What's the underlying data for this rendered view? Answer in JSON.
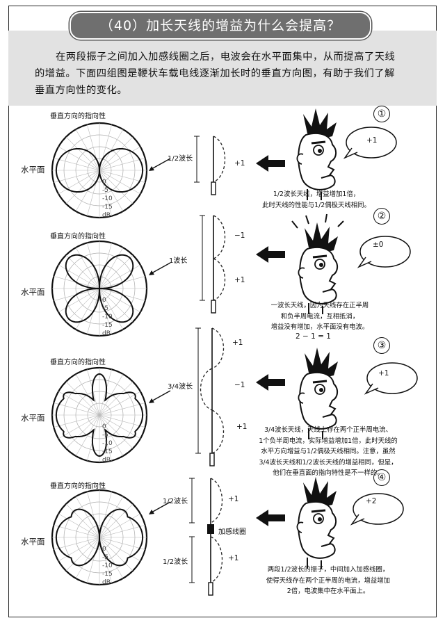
{
  "title": "（40）加长天线的增益为什么会提高？",
  "intro": {
    "line1": "在两段振子之间加入加感线圈之后，电波会在水平面集中，从而提高了天线",
    "line2": "的增益。下面四组图是鞭状车载电线逐渐加长时的垂直方向图，有助于我们了解",
    "line3": "垂直方向性的变化。"
  },
  "labels": {
    "vertical_directivity": "垂直方向的指向性",
    "horizontal_plane": "水平面",
    "loading_coil": "加感线圈"
  },
  "scale_ticks": [
    "0",
    "-5",
    "-10",
    "-15",
    "dB"
  ],
  "panels": [
    {
      "number": "①",
      "wavelength": "1/2波长",
      "signs": [
        "+1"
      ],
      "bubble": "+1",
      "caption": [
        "1/2波长天线，增益增加1倍，",
        "此时天线的性能与1/2偶极天线相同。"
      ]
    },
    {
      "number": "②",
      "wavelength": "1波长",
      "signs": [
        "−1",
        "+1"
      ],
      "bubble": "±0",
      "caption": [
        "一波长天线，因为天线存在正半周",
        "和负半周电流，互相抵消，",
        "增益没有增加，水平面没有电波。"
      ],
      "formula": "2 − 1 = 1"
    },
    {
      "number": "③",
      "wavelength": "3/4波长",
      "signs": [
        "+1",
        "−1",
        "+1"
      ],
      "bubble": "+1",
      "caption": [
        "3/4波长天线，天线上存在两个正半周电流、",
        "1个负半周电流，实际增益增加1倍，此时天线的",
        "水平方向增益与1/2偶极天线相同。注意，虽然",
        "3/4波长天线和1/2波长天线的增益相同，但是，",
        "他们在垂直面的指向特性是不一样的。"
      ]
    },
    {
      "number": "④",
      "wavelength": "1/2波长",
      "wavelength2": "1/2波长",
      "signs": [
        "+1",
        "+1"
      ],
      "bubble": "+2",
      "caption": [
        "两段1/2波长的振子，中间加入加感线圈，",
        "使得天线存在两个正半周的电流，增益增加",
        "2倍，电波集中在水平面上。"
      ]
    }
  ]
}
